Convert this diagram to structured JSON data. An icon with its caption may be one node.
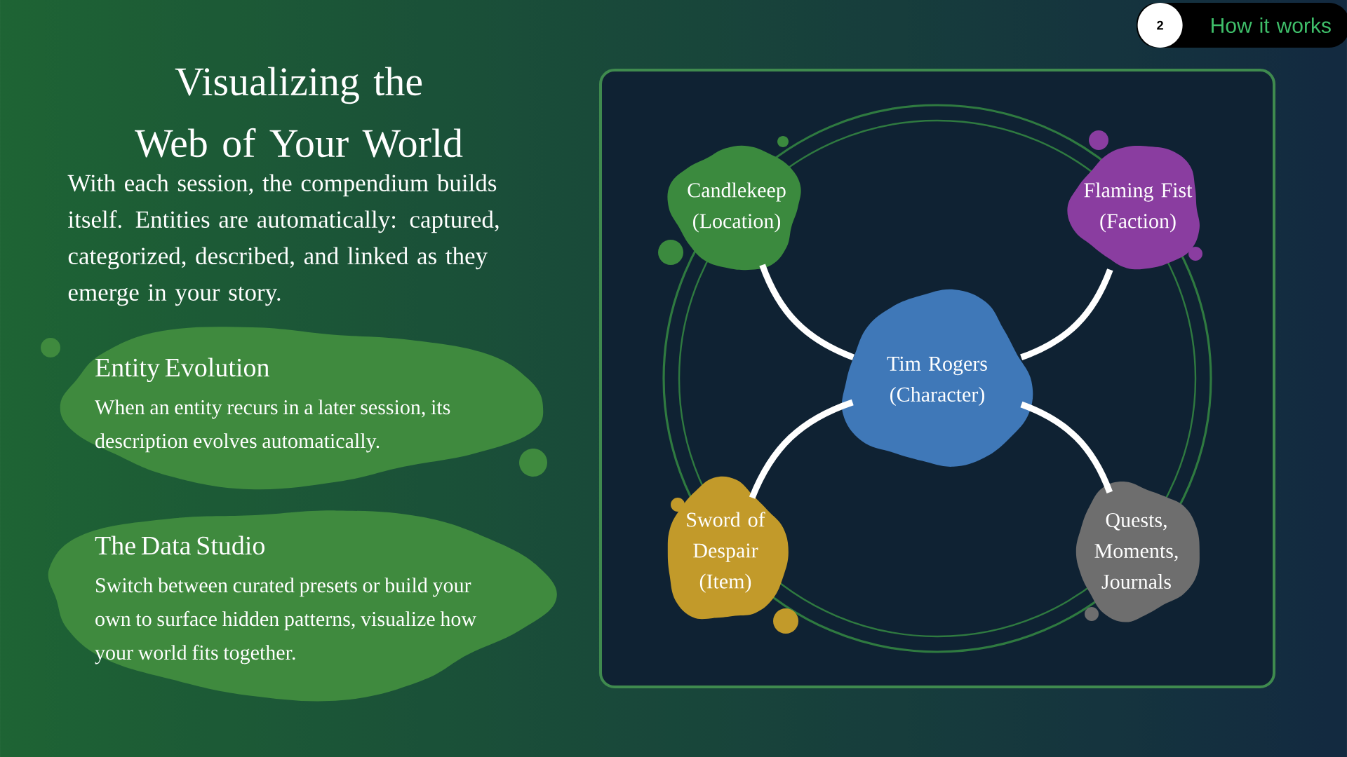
{
  "diagram": {
    "title": "Visualizing the Web of Your World",
    "nodes": [
      {
        "text": [
          "How it works"
        ]
      },
      {
        "text": [
          "2"
        ],
        "in": 0
      },
      {
        "text": [
          "Entity Evolution",
          "When an entity recurs in a later session, its description evolves automatically."
        ]
      },
      {
        "text": [
          "The Data Studio",
          "Switch between curated presets or build your own to surface hidden patterns, visualize how your world fits together."
        ]
      },
      {
        "text": [
          "Candlekeep (Location)"
        ]
      },
      {
        "text": [
          "Flaming Fist (Faction)"
        ]
      },
      {
        "text": [
          "Tim Rogers (Character)"
        ]
      },
      {
        "text": [
          "Sword of Despair (Item)"
        ]
      },
      {
        "text": [
          "Quests, Moments, Journals"
        ]
      }
    ],
    "edges": [
      {
        "from": 6,
        "to": 4,
        "arrow": "none"
      },
      {
        "from": 6,
        "to": 5,
        "arrow": "none"
      },
      {
        "from": 6,
        "to": 7,
        "arrow": "none"
      },
      {
        "from": 6,
        "to": 8,
        "arrow": "none"
      }
    ],
    "labels": [
      "With each session, the compendium builds itself. Entities are automatically: captured, categorized, described, and linked as they emerge in your story."
    ]
  }
}
